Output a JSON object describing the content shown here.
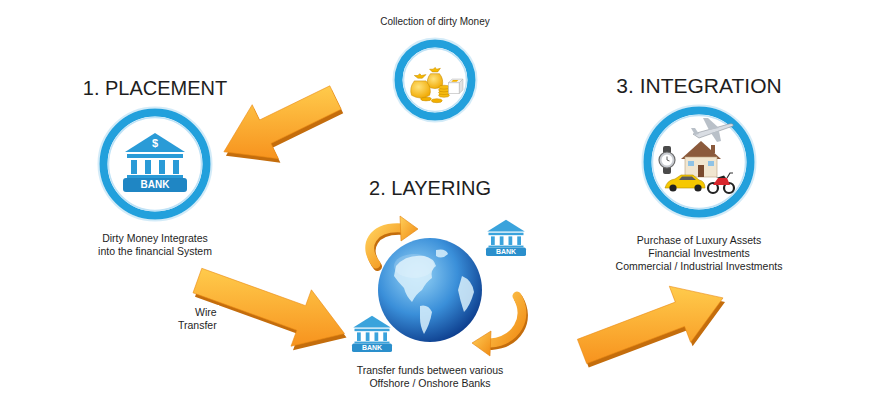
{
  "diagram": {
    "nodes": [
      {
        "text": [
          "Collection of dirty Money"
        ]
      },
      {
        "text": [
          "1. PLACEMENT",
          "Dirty Money Integrates into the financial System"
        ]
      },
      {
        "text": [
          "$",
          "BANK"
        ],
        "in": 1
      },
      {
        "text": [
          "2. LAYERING",
          "Transfer funds between various Offshore / Onshore Banks"
        ]
      },
      {
        "text": [
          "BANK"
        ]
      },
      {
        "text": [
          "BANK"
        ]
      },
      {
        "text": [
          "3. INTEGRATION",
          "Purchase of Luxury Assets",
          "Financial Investments",
          "Commercial / Industrial Investments"
        ]
      }
    ],
    "edges": [
      {
        "from": 0,
        "to": 1,
        "arrow": "to"
      },
      {
        "from": 1,
        "to": 3,
        "label": "Wire Transfer",
        "arrow": "to"
      },
      {
        "from": 3,
        "to": 6,
        "arrow": "to"
      }
    ]
  }
}
